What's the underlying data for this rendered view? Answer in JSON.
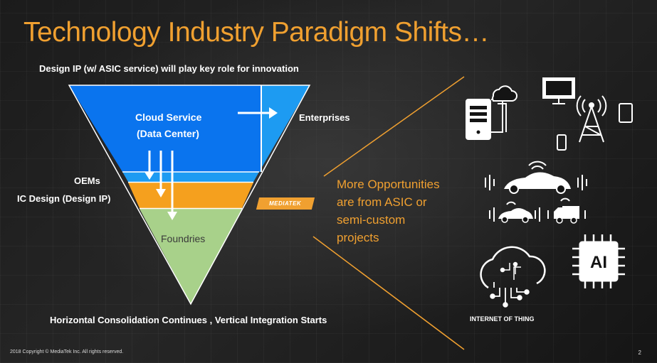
{
  "slide": {
    "title": "Technology Industry Paradigm Shifts…",
    "subtitle": "Design IP (w/ ASIC service)  will play key role for innovation",
    "bottom_caption": "Horizontal Consolidation Continues ,  Vertical Integration Starts",
    "copyright": "2018 Copyright © MediaTek Inc. All rights reserved.",
    "page_number": "2"
  },
  "funnel": {
    "cloud_service": "Cloud Service",
    "data_center": "(Data Center)",
    "enterprises": "Enterprises",
    "oems": "OEMs",
    "ic_design": "IC Design (Design IP)",
    "foundries": "Foundries",
    "colors": {
      "cloud": "#0a74ee",
      "enterprise": "#1d9bf2",
      "oem_band": "#1d9bf2",
      "ic_band": "#f5a01e",
      "foundry": "#a8d18a"
    }
  },
  "badge": {
    "text": "MEDIATEK"
  },
  "opportunities": {
    "line1": "More Opportunities",
    "line2": "are from ASIC or",
    "line3": "semi-custom",
    "line4": "projects"
  },
  "icons": {
    "iot_label": "INTERNET OF THING",
    "ai_text": "AI"
  },
  "accent_color": "#f0a030"
}
